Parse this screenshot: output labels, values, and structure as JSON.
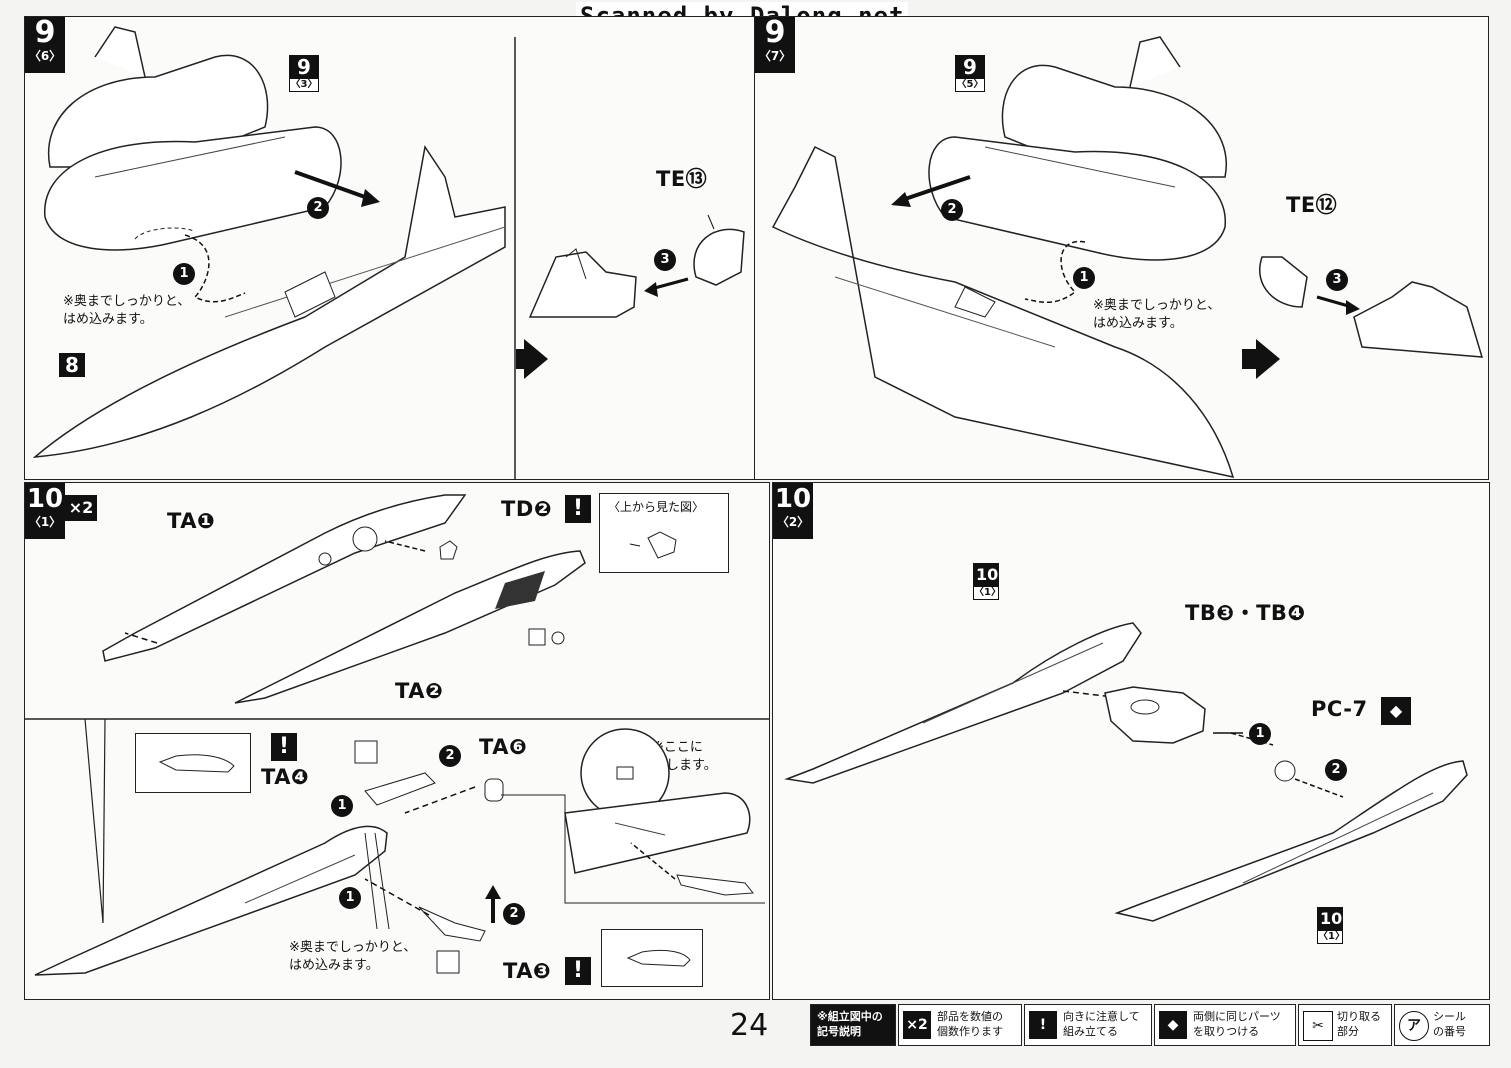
{
  "watermark": "Scanned by Dalong.net",
  "page_number": "24",
  "step9a": {
    "badge_num": "9",
    "badge_sub": "〈6〉",
    "ref_top": {
      "num": "9",
      "sub": "〈3〉"
    },
    "ref_bottom": {
      "num": "8"
    },
    "arrow1": "1",
    "arrow2": "2",
    "arrow3": "3",
    "note": "※奥までしっかりと、\nはめ込みます。",
    "part_label": "TE⑬"
  },
  "step9b": {
    "badge_num": "9",
    "badge_sub": "〈7〉",
    "ref_top": {
      "num": "9",
      "sub": "〈5〉"
    },
    "arrow1": "1",
    "arrow2": "2",
    "arrow3": "3",
    "note": "※奥までしっかりと、\nはめ込みます。",
    "part_label": "TE⑫"
  },
  "step10a": {
    "badge_num": "10",
    "badge_sub": "〈1〉",
    "multiplier": "×2",
    "labels": {
      "ta1": "TA❶",
      "td2": "TD❷",
      "ta2": "TA❷",
      "ta4": "TA❹",
      "ta6": "TA❻",
      "ta3": "TA❸"
    },
    "top_view": "〈上から見た図〉",
    "insert_note": "※ここに\n差します。",
    "note": "※奥までしっかりと、\nはめ込みます。",
    "arrow1": "1",
    "arrow2": "2",
    "excl": "!"
  },
  "step10b": {
    "badge_num": "10",
    "badge_sub": "〈2〉",
    "ref_top": {
      "num": "10",
      "sub": "〈1〉"
    },
    "ref_bottom": {
      "num": "10",
      "sub": "〈1〉"
    },
    "labels": {
      "tb": "TB❸・TB❹",
      "pc": "PC-7"
    },
    "arrow1": "1",
    "arrow2": "2"
  },
  "legend": {
    "header": "※組立図中の\n記号説明",
    "items": [
      {
        "icon": "×2",
        "text": "部品を数値の\n個数作ります"
      },
      {
        "icon": "!",
        "text": "向きに注意して\n組み立てる"
      },
      {
        "icon": "◆",
        "text": "両側に同じパーツ\nを取りつける"
      },
      {
        "icon": "✂",
        "text": "切り取る\n部分"
      },
      {
        "icon": "ア",
        "text": "シール\nの番号"
      }
    ]
  }
}
